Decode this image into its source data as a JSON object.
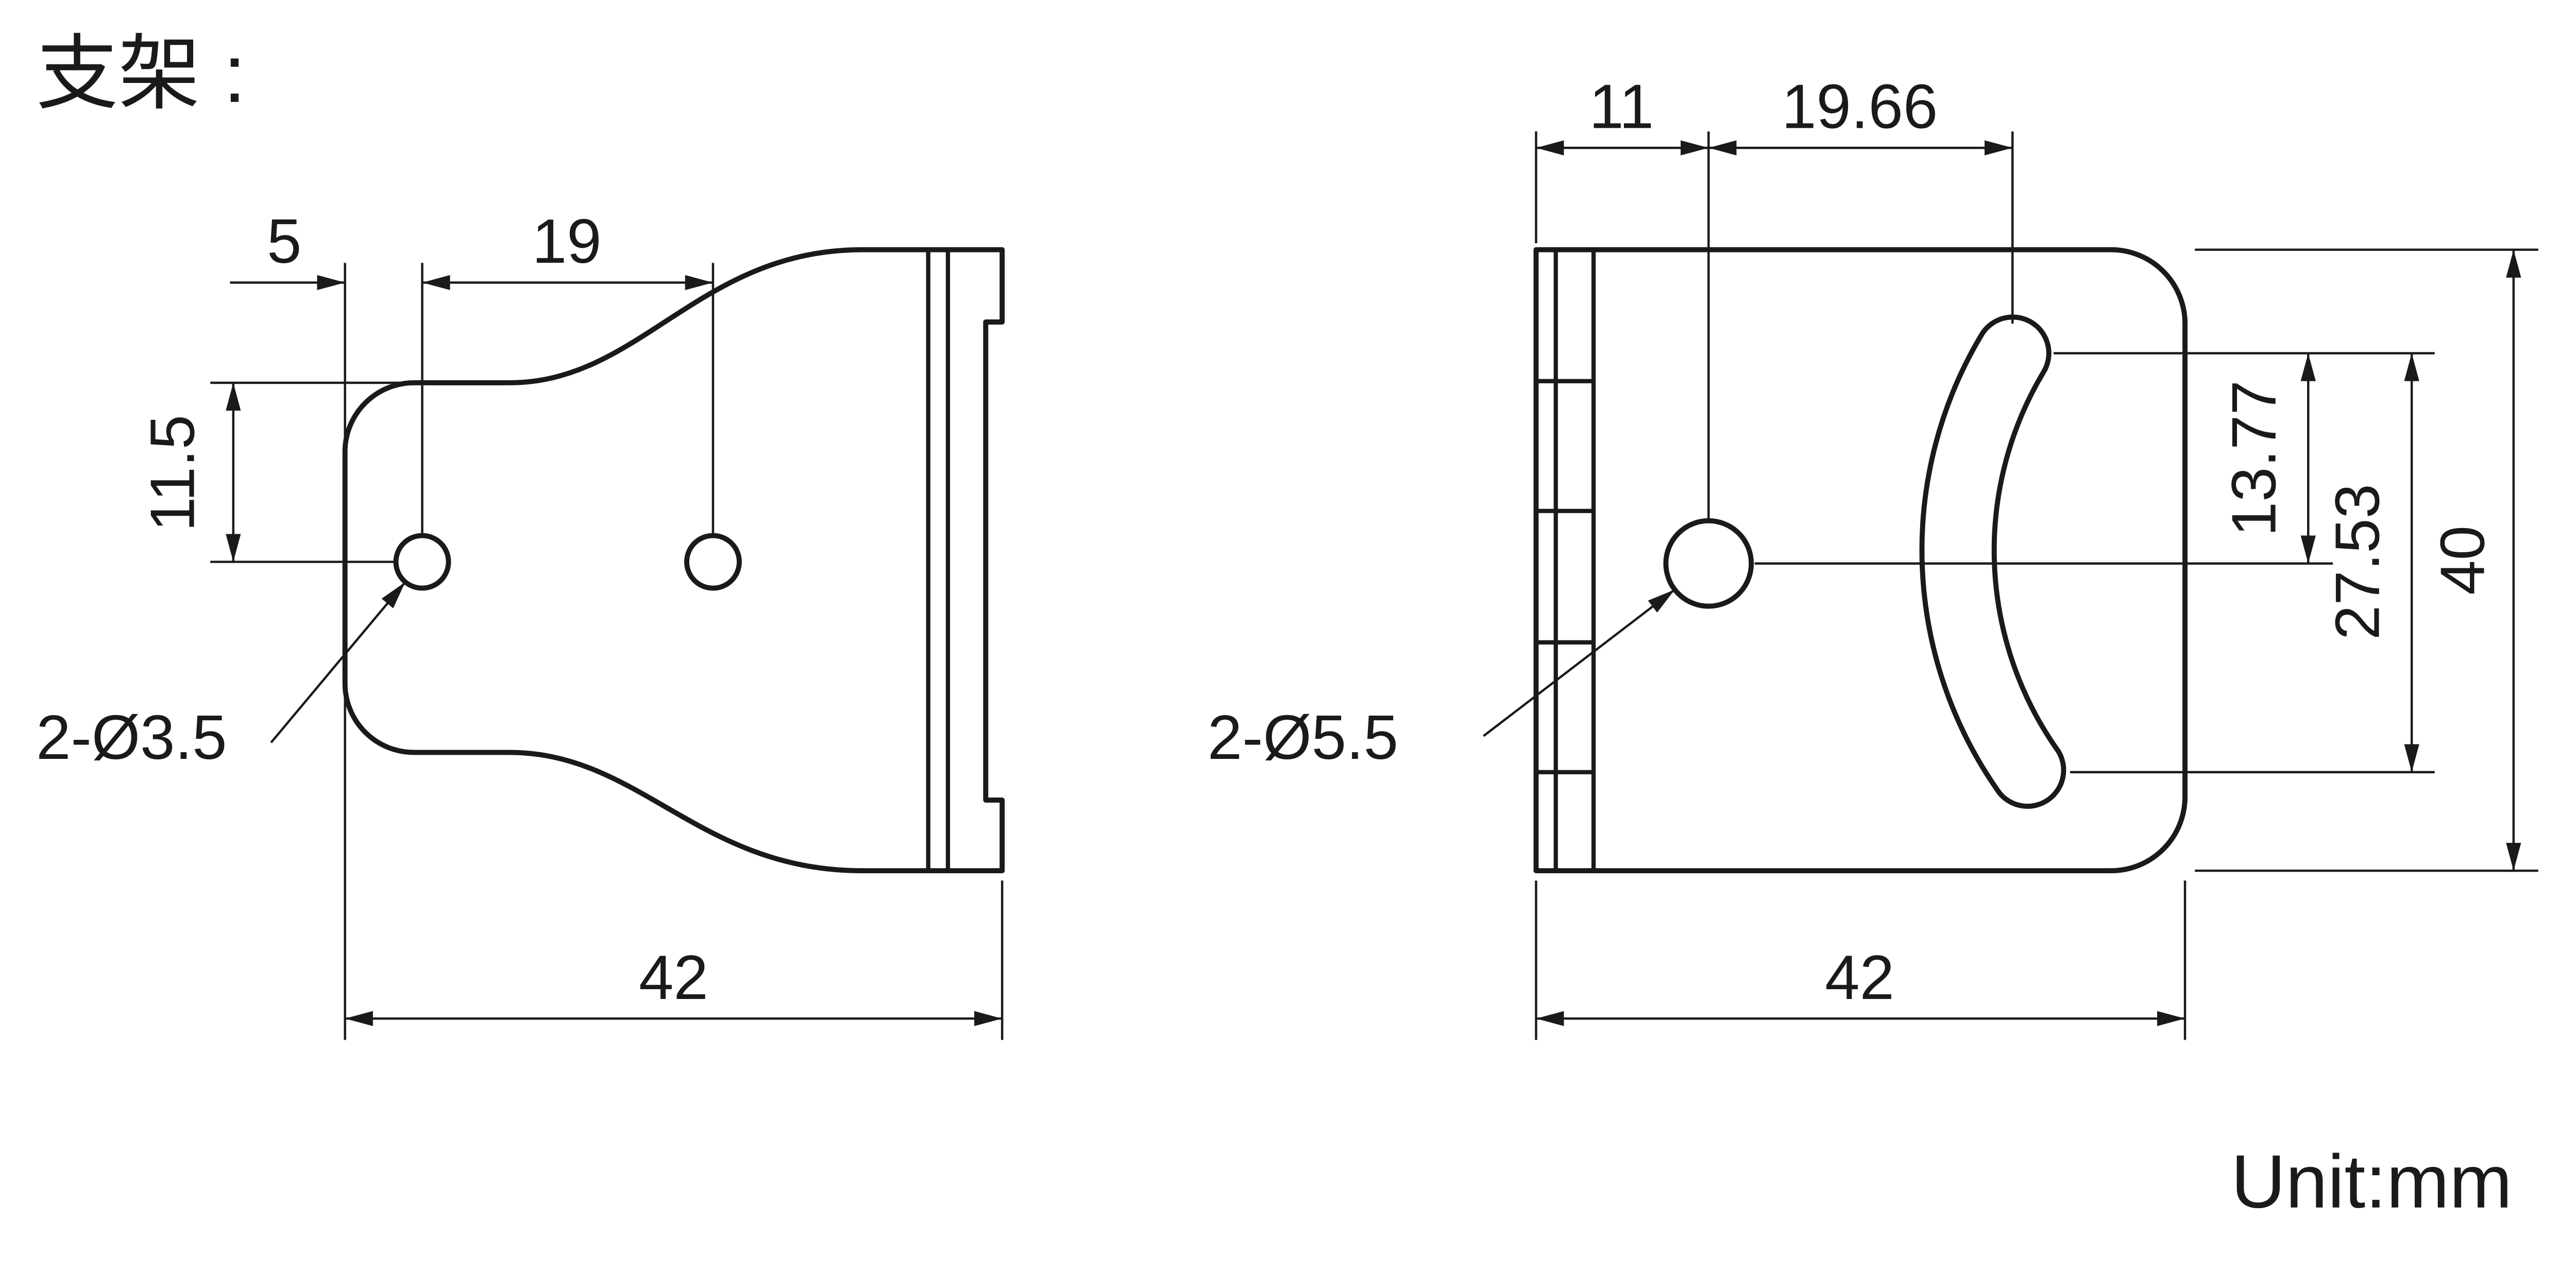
{
  "drawing": {
    "title": "支架 :",
    "unit_label": "Unit:mm",
    "ink_color": "#1a1a1a",
    "background_color": "#ffffff"
  },
  "left_view": {
    "dim_edge_to_hole": "5",
    "dim_hole_spacing": "19",
    "dim_top_to_hole_center": "11.5",
    "hole_callout": "2-Ø3.5",
    "dim_overall_width": "42"
  },
  "right_view": {
    "dim_edge_to_hole": "11",
    "dim_hole_to_slot": "19.66",
    "dim_slot_top_to_hole": "13.77",
    "dim_slot_top_to_bottom": "27.53",
    "dim_overall_height": "40",
    "hole_callout": "2-Ø5.5",
    "dim_overall_width": "42"
  }
}
